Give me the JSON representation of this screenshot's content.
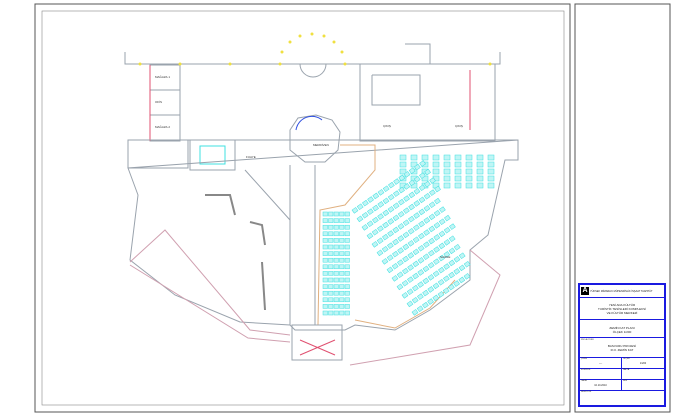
{
  "title_block": {
    "logo": "A",
    "header_text": "YÜKSEK MİMARLIK MÜHENDİSLİK İNŞAAT TAAHHÜT",
    "project_title_lines": [
      "YENİ ADA KÜLTÜR",
      "TURİSTİK TESİSLERİ KOMPLEKSİ",
      "VE KÜLTÜR MERKEZİ"
    ],
    "drawing_title_lines": [
      "ZEMİN KAT PLANI",
      "ÖLÇEK 1/200"
    ],
    "project_type_label": "PROJE TÜRÜ",
    "project_type_lines": [
      "BASVURU PROJESİ",
      "R.O. ZEMİN KAT"
    ],
    "fields": [
      {
        "label": "ÇİZEN",
        "value": "----"
      },
      {
        "label": "ÖLÇEK",
        "value": "1/200"
      },
      {
        "label": "KONTROL",
        "value": ""
      },
      {
        "label": "PAFTA",
        "value": ""
      },
      {
        "label": "TARİH",
        "value": "10.10.2010"
      },
      {
        "label": "REV",
        "value": ""
      }
    ],
    "revision_label": "REVİZYON"
  },
  "plan_labels": {
    "shop_1": "MAĞAZA 1",
    "shop_2": "MAĞAZA 2",
    "office": "OFİS",
    "lobby": "FUAYE",
    "stair_hall": "MERDİVEN",
    "exit_1": "ÇIKIŞ",
    "exit_2": "ÇIKIŞ",
    "stage": "SAHNE"
  },
  "colors": {
    "frame": "#1a1ae0",
    "seat": "#3fe0e0",
    "wall": "#9aa3ad",
    "door": "#e05070",
    "light": "#f0e040"
  }
}
